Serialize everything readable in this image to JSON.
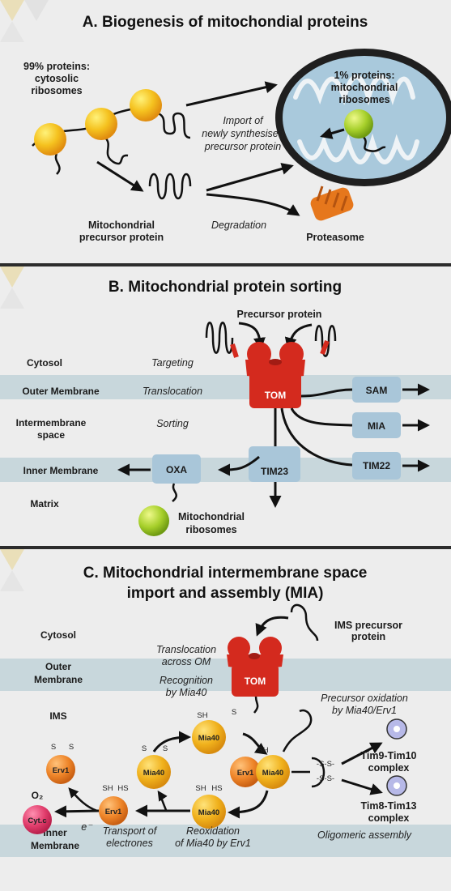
{
  "panel_a": {
    "title": "A. Biogenesis of mitochondial proteins",
    "cytosolic_line1": "99% proteins:",
    "cytosolic_line2": "cytosolic",
    "cytosolic_line3": "ribosomes",
    "mito_line1": "1% proteins:",
    "mito_line2": "mitochondrial",
    "mito_line3": "ribosomes",
    "import_line1": "Import of",
    "import_line2": "newly synthesised",
    "import_line3": "precursor protein",
    "precursor_line1": "Mitochondrial",
    "precursor_line2": "precursor protein",
    "degradation": "Degradation",
    "proteasome": "Proteasome"
  },
  "panel_b": {
    "title": "B. Mitochondrial protein sorting",
    "precursor_protein": "Precursor protein",
    "cytosol": "Cytosol",
    "targeting": "Targeting",
    "outer_membrane": "Outer Membrane",
    "translocation": "Translocation",
    "ims_line1": "Intermembrane",
    "ims_line2": "space",
    "sorting": "Sorting",
    "inner_membrane": "Inner Membrane",
    "matrix": "Matrix",
    "tom": "TOM",
    "sam": "SAM",
    "mia": "MIA",
    "tim22": "TIM22",
    "tim23": "TIM23",
    "oxa": "OXA",
    "mito_ribo_line1": "Mitochondrial",
    "mito_ribo_line2": "ribosomes"
  },
  "panel_c": {
    "title_line1": "C. Mitochondrial intermembrane space",
    "title_line2": "import and assembly (MIA)",
    "cytosol": "Cytosol",
    "outer_line1": "Outer",
    "outer_line2": "Membrane",
    "ims": "IMS",
    "inner_line1": "Inner",
    "inner_line2": "Membrane",
    "ims_precursor_line1": "IMS precursor",
    "ims_precursor_line2": "protein",
    "translocation_line1": "Translocation",
    "translocation_line2": "across OM",
    "recognition_line1": "Recognition",
    "recognition_line2": "by Mia40",
    "oxidation_line1": "Precursor oxidation",
    "oxidation_line2": "by Mia40/Erv1",
    "tom": "TOM",
    "mia40": "Mia40",
    "erv1": "Erv1",
    "cytc": "Cyt.c",
    "o2": "O₂",
    "electron": "e⁻",
    "tim9_line1": "Tim9-Tim10",
    "tim9_line2": "complex",
    "tim8_line1": "Tim8-Tim13",
    "tim8_line2": "complex",
    "oligomeric": "Oligomeric assembly",
    "reox_line1": "Reoxidation",
    "reox_line2": "of Mia40 by Erv1",
    "transport_line1": "Transport of",
    "transport_line2": "electrones",
    "sh": "SH",
    "hs": "HS",
    "s": "S",
    "ss": "-S-S-"
  },
  "colors": {
    "background": "#ededed",
    "band": "#c8d7dc",
    "tom_red": "#d42a1e",
    "channel_blue": "#a9c6d9",
    "mito_fill": "#a9c9dc",
    "ribosome_yellow": "#f2b51d",
    "ribosome_green": "#a6cf2a",
    "mia40_yellow": "#f0b11c",
    "erv1_orange": "#ee8529",
    "cytc_pink": "#e13d6c",
    "proteasome_orange": "#e6771c"
  }
}
